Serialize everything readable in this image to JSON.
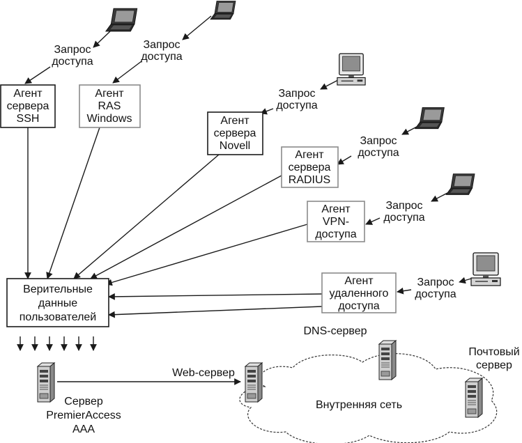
{
  "colors": {
    "ink": "#1a1a1a",
    "box_border_dark": "#1a1a1a",
    "box_border_light": "#8a8a8a",
    "device_dark": "#3a3a3a",
    "screen_gray": "#9a9a9a",
    "cloud_fill": "#ffffff",
    "cloud_stroke": "#333333"
  },
  "icons": {
    "laptop": "laptop-icon",
    "desktop": "desktop-computer-icon",
    "server": "server-tower-icon"
  },
  "request_label": [
    "Запрос",
    "доступа"
  ],
  "agents": [
    {
      "id": "ssh",
      "lines": [
        "Агент",
        "сервера",
        "SSH"
      ],
      "border": "dark"
    },
    {
      "id": "ras",
      "lines": [
        "Агент",
        "RAS",
        "Windows"
      ],
      "border": "light"
    },
    {
      "id": "novell",
      "lines": [
        "Агент",
        "сервера",
        "Novell"
      ],
      "border": "dark"
    },
    {
      "id": "radius",
      "lines": [
        "Агент",
        "сервера",
        "RADIUS"
      ],
      "border": "light"
    },
    {
      "id": "vpn",
      "lines": [
        "Агент",
        "VPN-",
        "доступа"
      ],
      "border": "light"
    },
    {
      "id": "remote",
      "lines": [
        "Агент",
        "удаленного",
        "доступа"
      ],
      "border": "light"
    }
  ],
  "credentials": {
    "lines": [
      "Верительные",
      "данные",
      "пользователей"
    ]
  },
  "aaa_server": {
    "lines": [
      "Сервер",
      "PremierAccess",
      "AAA"
    ]
  },
  "web_server": {
    "label": "Web-сервер"
  },
  "dns_server": {
    "label": "DNS-сервер"
  },
  "mail_server": {
    "lines": [
      "Почтовый",
      "сервер"
    ]
  },
  "network": {
    "label": "Внутренняя сеть"
  }
}
